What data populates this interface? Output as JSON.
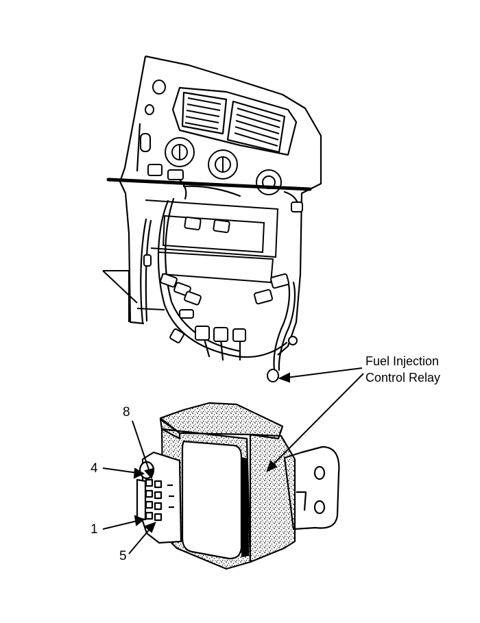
{
  "callout": {
    "line1": "Fuel Injection",
    "line2": "Control Relay"
  },
  "pins": {
    "p8": "8",
    "p4": "4",
    "p1": "1",
    "p5": "5"
  },
  "colors": {
    "ink": "#000000",
    "paper": "#ffffff"
  }
}
